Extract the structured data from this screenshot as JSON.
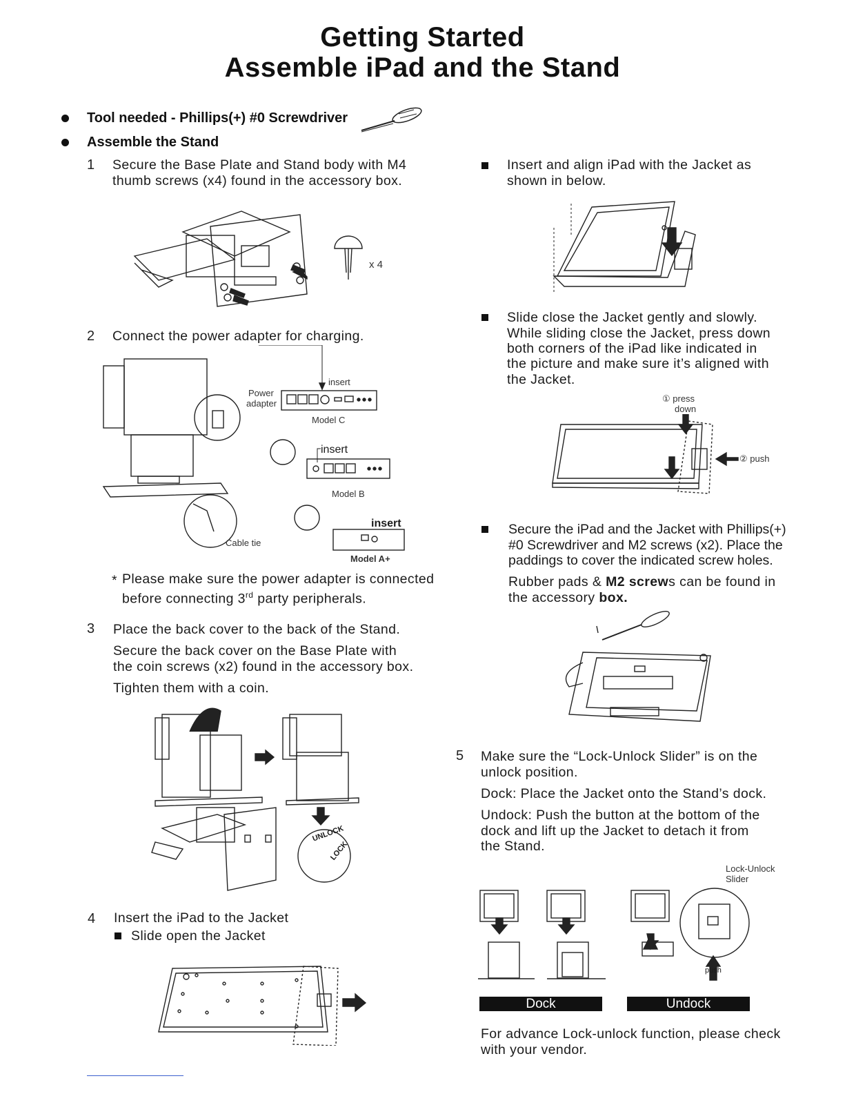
{
  "title_line1": "Getting Started",
  "title_line2": "Assemble iPad and the Stand",
  "bullets": {
    "tool": "Tool needed -  Phillips(+) #0 Screwdriver",
    "assemble": "Assemble the Stand"
  },
  "step1": {
    "num": "1",
    "line1": "Secure the Base Plate and Stand body with M4",
    "line2": "thumb screws (x4) found in the accessory box.",
    "qty": "x 4"
  },
  "step2": {
    "num": "2",
    "text": "Connect the power adapter for charging.",
    "labels": {
      "insert1": "insert",
      "power": "Power",
      "adapter": "adapter",
      "model_c": "Model C",
      "insert2": "insert",
      "model_b": "Model B",
      "insert3": "insert",
      "model_a": "Model A+",
      "cable_tie": "Cable tie"
    },
    "note_star": "*",
    "note_line1": "Please make sure the power adapter is connected",
    "note_line2_a": "before connecting 3",
    "note_line2_sup": "rd",
    "note_line2_b": " party peripherals."
  },
  "step3": {
    "num": "3",
    "line1": "Place the back cover to the back of the Stand.",
    "line2": "Secure the back cover on the Base Plate with",
    "line3": "the coin screws (x2) found in the accessory box.",
    "line4": "Tighten them with a coin.",
    "unlock": "UNLOCK",
    "lock": "LOCK"
  },
  "step4": {
    "num": "4",
    "text": "Insert the iPad to the Jacket",
    "sub": "Slide open the Jacket"
  },
  "right": {
    "insert_line1": "Insert and align iPad with the Jacket as",
    "insert_line2": "shown in below.",
    "slide_line1": "Slide close the Jacket gently and slowly.",
    "slide_line2": "While sliding close the Jacket, press down",
    "slide_line3": "both corners of the iPad like indicated in",
    "slide_line4": "the picture and make sure it’s aligned with",
    "slide_line5": "the Jacket.",
    "press": "① press",
    "down": "down",
    "push": "② push",
    "secure_line1": "Secure the iPad and the Jacket with Phillips(+)",
    "secure_line2": "#0 Screwdriver and M2 screws (x2). Place the",
    "secure_line3": "paddings to cover the indicated screw holes.",
    "rubber_a": "Rubber pads & ",
    "rubber_b": "M2 screw",
    "rubber_c": "s can be found in",
    "rubber_line2_a": "the accessory ",
    "rubber_line2_b": "box."
  },
  "step5": {
    "num": "5",
    "line1": "Make sure the “Lock-Unlock Slider” is on the",
    "line2": "unlock position.",
    "dock_text": "Dock: Place the Jacket onto the Stand’s dock.",
    "undock_line1": "Undock: Push the button at the bottom of the",
    "undock_line2": "dock and lift up the Jacket to detach it from",
    "undock_line3": "the Stand.",
    "slider_label1": "Lock-Unlock",
    "slider_label2": "Slider",
    "push": "push",
    "dock_bar": "Dock",
    "undock_bar": "Undock",
    "advance_line1": "For advance Lock-unlock function, please check",
    "advance_line2": "with your vendor."
  }
}
